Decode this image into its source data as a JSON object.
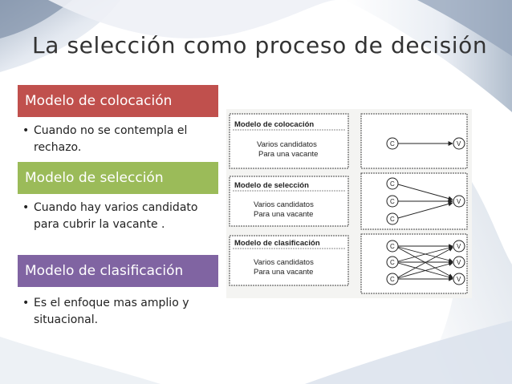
{
  "slide": {
    "title": "La selección como proceso de decisión"
  },
  "sections": [
    {
      "heading": "Modelo de colocación",
      "color": "#c0504d",
      "bullet": "Cuando no se contempla el rechazo."
    },
    {
      "heading": "Modelo de selección",
      "color": "#9bbb59",
      "bullet": "Cuando hay varios candidato para cubrir la vacante ."
    },
    {
      "heading": "Modelo de clasificación",
      "color": "#8064a2",
      "bullet": "Es el enfoque mas amplio y situacional."
    }
  ],
  "figure": {
    "panels": [
      {
        "title": "Modelo de colocación",
        "line1": "Varios candidatos",
        "line2": "Para una vacante",
        "candidate_label": "C",
        "vacancy_label": "V"
      },
      {
        "title": "Modelo de selección",
        "line1": "Varios candidatos",
        "line2": "Para una vacante",
        "candidate_label": "C",
        "vacancy_label": "V"
      },
      {
        "title": "Modelo de clasificación",
        "line1": "Varios candidatos",
        "line2": "Para una vacante",
        "candidate_label": "C",
        "vacancy_label": "V"
      }
    ]
  },
  "bullet_symbol": "•"
}
